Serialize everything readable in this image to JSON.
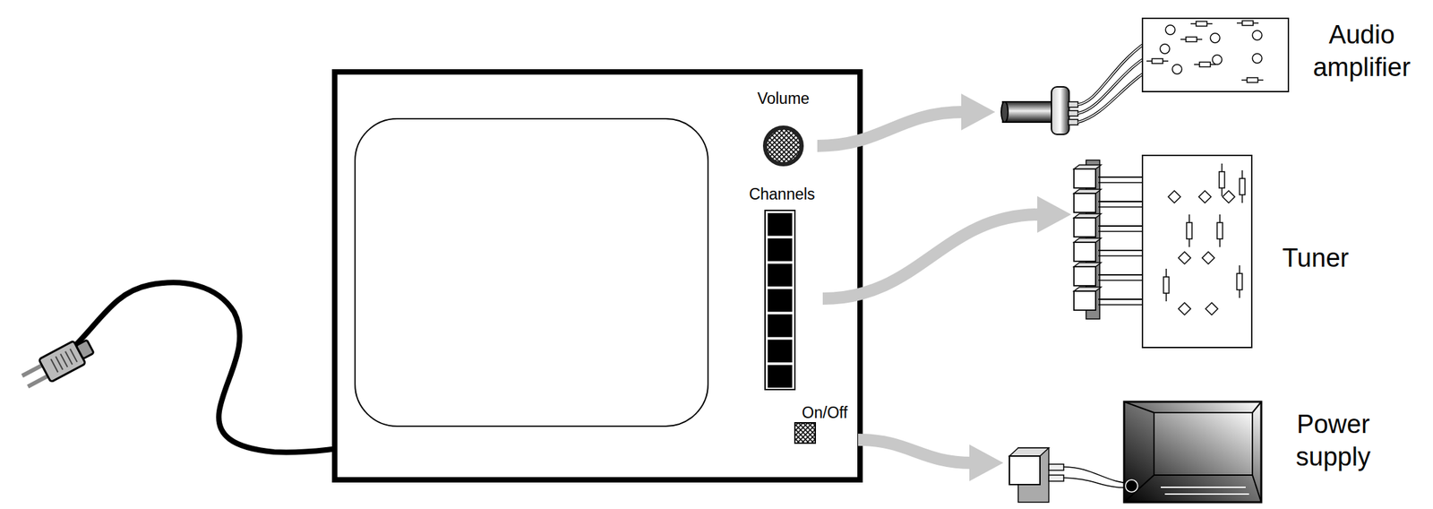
{
  "diagram": {
    "nodes": [
      {
        "text": [
          "Volume"
        ]
      },
      {
        "text": [
          "Channels"
        ]
      },
      {
        "text": [
          "On/Off"
        ]
      },
      {
        "text": [
          "Audio amplifier"
        ]
      },
      {
        "text": [
          "Tuner"
        ]
      },
      {
        "text": [
          "Power supply"
        ]
      }
    ],
    "edges": [
      {
        "from": 0,
        "to": 3,
        "arrow": "to"
      },
      {
        "from": 1,
        "to": 4,
        "arrow": "to"
      },
      {
        "from": 2,
        "to": 5,
        "arrow": "to"
      }
    ]
  }
}
